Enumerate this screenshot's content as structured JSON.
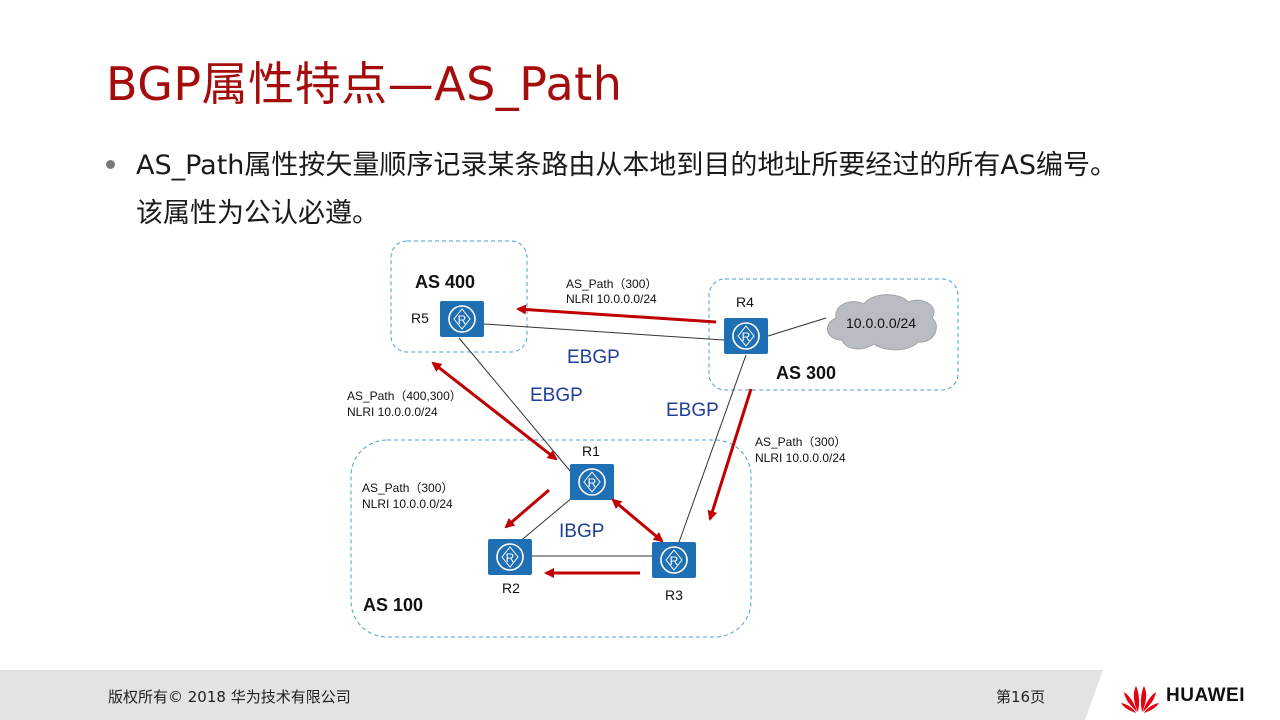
{
  "title": "BGP属性特点—AS_Path",
  "bullet": {
    "line1": "AS_Path属性按矢量顺序记录某条路由从本地到目的地址所要经过的所有AS编号。",
    "line2": "该属性为公认必遵。"
  },
  "diagram": {
    "as_labels": {
      "as400": "AS 400",
      "as300": "AS 300",
      "as100": "AS 100"
    },
    "routers": {
      "r1": "R1",
      "r2": "R2",
      "r3": "R3",
      "r4": "R4",
      "r5": "R5"
    },
    "router_icon_letter": "R",
    "cloud_label": "10.0.0.0/24",
    "link_labels": {
      "ebgp_r5_r4": "EBGP",
      "ebgp_r5_r1": "EBGP",
      "ebgp_r4_r3": "EBGP",
      "ibgp": "IBGP"
    },
    "annotations": {
      "r4_to_r5": {
        "line1": "AS_Path（300）",
        "line2": "NLRI 10.0.0.0/24"
      },
      "r1_to_r5": {
        "line1": "AS_Path（400,300）",
        "line2": "NLRI 10.0.0.0/24"
      },
      "r1_to_r2": {
        "line1": "AS_Path（300）",
        "line2": "NLRI 10.0.0.0/24"
      },
      "r4_to_r3": {
        "line1": "AS_Path（300）",
        "line2": "NLRI 10.0.0.0/24"
      }
    },
    "colors": {
      "arrow": "#c00000",
      "router": "#1f6fb5",
      "as_border": "#4a9fd4",
      "link_label": "#1f3f9a"
    }
  },
  "footer": {
    "copyright": "版权所有© 2018 华为技术有限公司",
    "page": "第16页",
    "logo_text": "HUAWEI",
    "logo_icon": "huawei-petal-logo"
  }
}
